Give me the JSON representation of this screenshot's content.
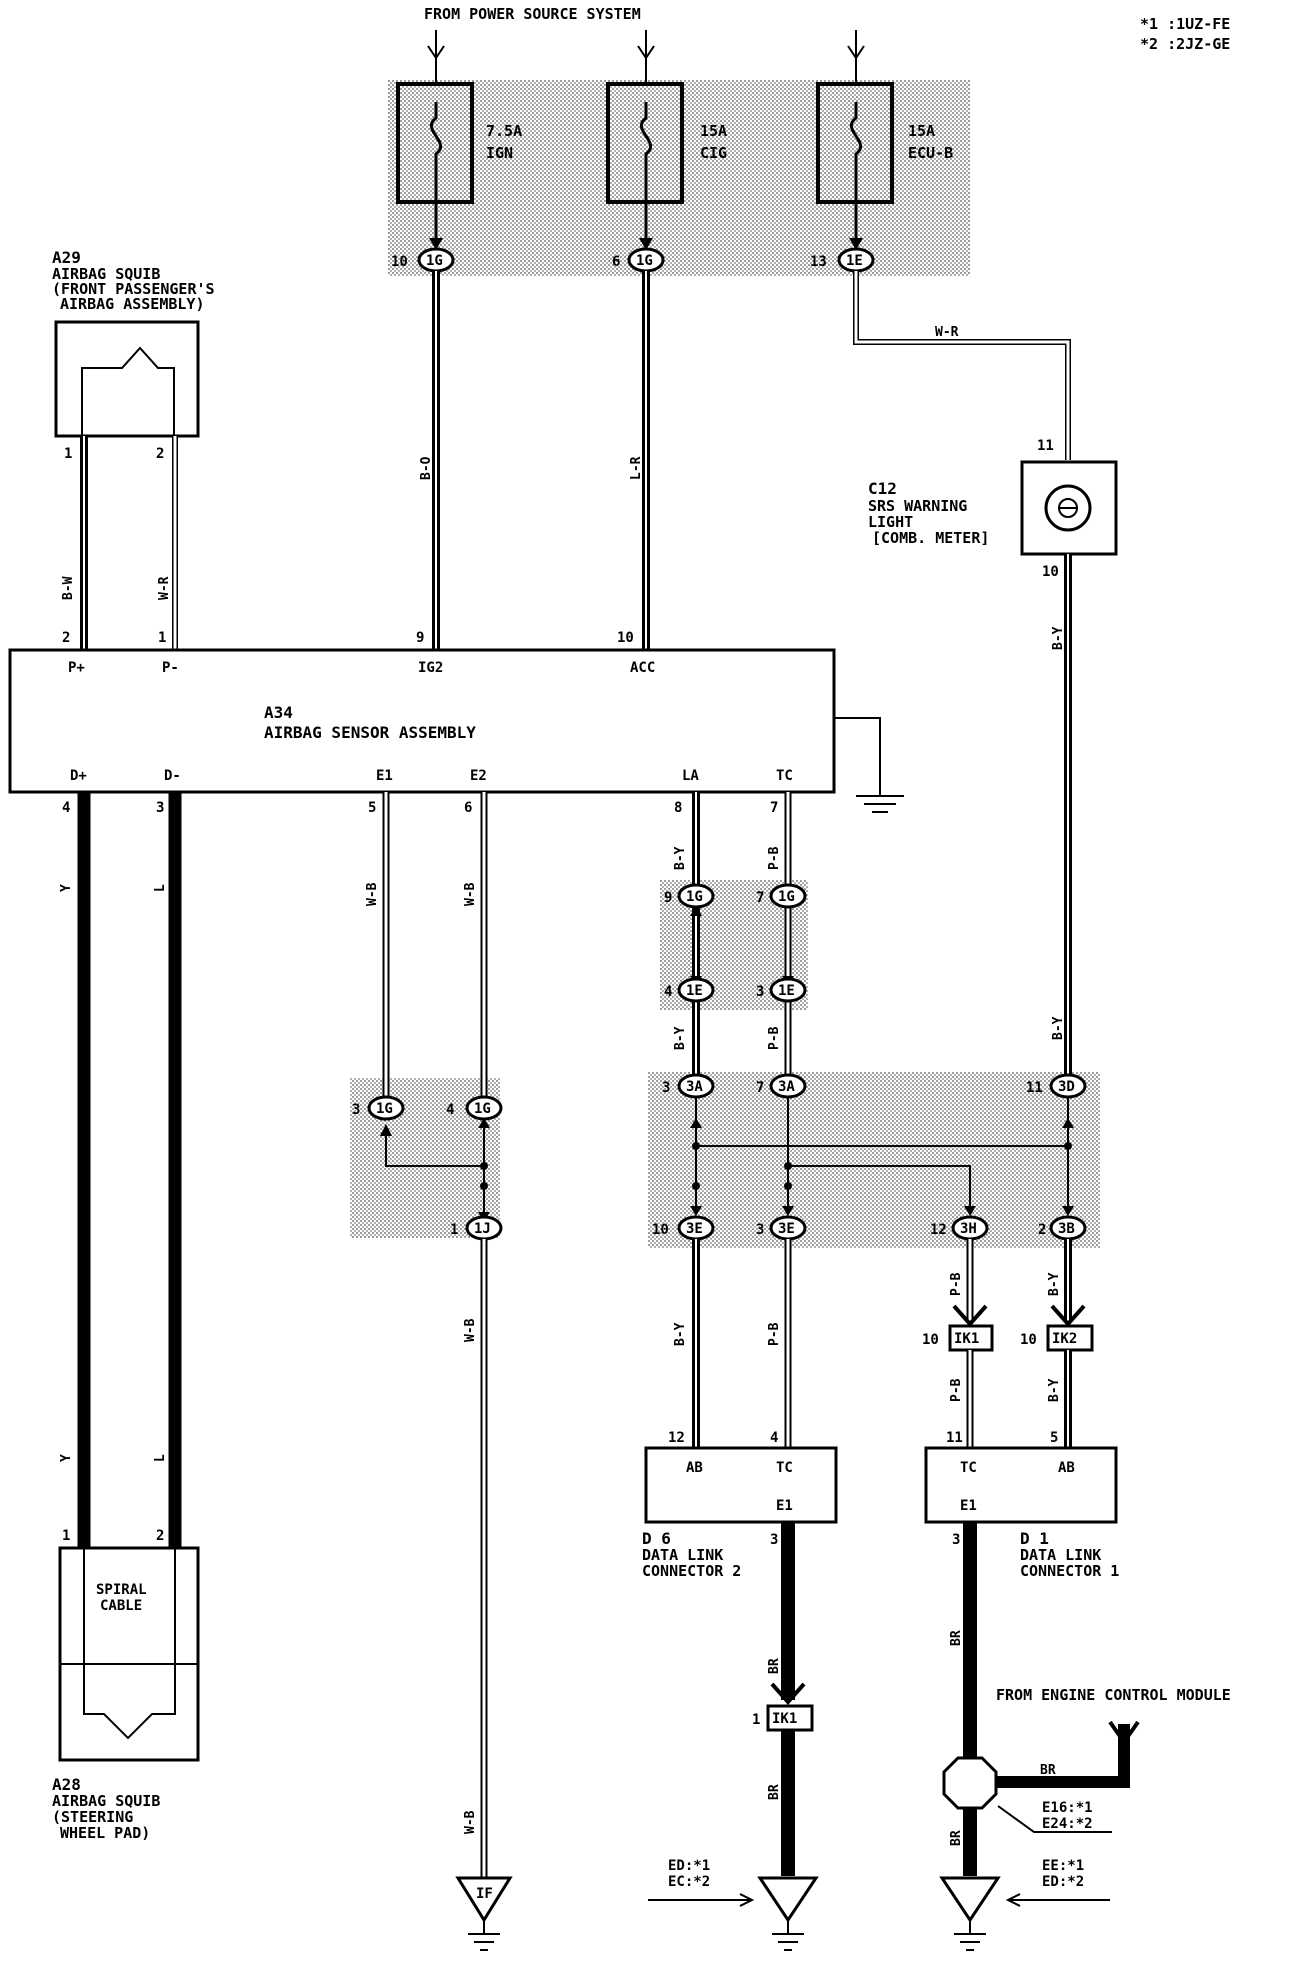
{
  "header": {
    "source": "FROM POWER SOURCE SYSTEM",
    "note1": "*1 :1UZ-FE",
    "note2": "*2 :2JZ-GE"
  },
  "fuses": {
    "ign": {
      "amp": "7.5A",
      "name": "IGN",
      "pin": "10",
      "conn": "1G"
    },
    "cig": {
      "amp": "15A",
      "name": "CIG",
      "pin": "6",
      "conn": "1G"
    },
    "ecub": {
      "amp": "15A",
      "name": "ECU-B",
      "pin": "13",
      "conn": "1E"
    }
  },
  "a29": {
    "code": "A29",
    "l1": "AIRBAG SQUIB",
    "l2": "(FRONT PASSENGER'S",
    "l3": "AIRBAG ASSEMBLY)",
    "pin1": "1",
    "pin2": "2"
  },
  "c12": {
    "code": "C12",
    "l1": "SRS WARNING",
    "l2": "LIGHT",
    "l3": "[COMB. METER]",
    "pin_top": "11",
    "pin_bottom": "10"
  },
  "a34": {
    "code": "A34",
    "name": "AIRBAG SENSOR ASSEMBLY",
    "top_pins": [
      {
        "num": "2",
        "term": "P+"
      },
      {
        "num": "1",
        "term": "P-"
      },
      {
        "num": "9",
        "term": "IG2"
      },
      {
        "num": "10",
        "term": "ACC"
      }
    ],
    "bottom_pins": [
      {
        "num": "4",
        "term": "D+"
      },
      {
        "num": "3",
        "term": "D-"
      },
      {
        "num": "5",
        "term": "E1"
      },
      {
        "num": "6",
        "term": "E2"
      },
      {
        "num": "8",
        "term": "LA"
      },
      {
        "num": "7",
        "term": "TC"
      }
    ]
  },
  "wires": {
    "bw": "B-W",
    "wr": "W-R",
    "bo": "B-O",
    "lr": "L-R",
    "by": "B-Y",
    "y": "Y",
    "l": "L",
    "wb": "W-B",
    "pb": "P-B",
    "br": "BR"
  },
  "junctions": {
    "j_la_1g": {
      "pin": "9",
      "conn": "1G"
    },
    "j_tc_1g": {
      "pin": "7",
      "conn": "1G"
    },
    "j_la_1e": {
      "pin": "4",
      "conn": "1E"
    },
    "j_tc_1e": {
      "pin": "3",
      "conn": "1E"
    },
    "j_e1_1g": {
      "pin": "3",
      "conn": "1G"
    },
    "j_e2_1g": {
      "pin": "4",
      "conn": "1G"
    },
    "j_1j": {
      "pin": "1",
      "conn": "1J"
    },
    "j_3a_a": {
      "pin": "3",
      "conn": "3A"
    },
    "j_3a_b": {
      "pin": "7",
      "conn": "3A"
    },
    "j_3d": {
      "pin": "11",
      "conn": "3D"
    },
    "j_3e_a": {
      "pin": "10",
      "conn": "3E"
    },
    "j_3e_b": {
      "pin": "3",
      "conn": "3E"
    },
    "j_3h": {
      "pin": "12",
      "conn": "3H"
    },
    "j_3b": {
      "pin": "2",
      "conn": "3B"
    }
  },
  "ik": {
    "ik1": {
      "pin": "10",
      "name": "IK1"
    },
    "ik2": {
      "pin": "10",
      "name": "IK2"
    },
    "ik1b": {
      "pin": "1",
      "name": "IK1"
    }
  },
  "d6": {
    "code": "D 6",
    "l1": "DATA LINK",
    "l2": "CONNECTOR 2",
    "pin_ab": "12",
    "pin_tc": "4",
    "pin_e1": "3",
    "t_ab": "AB",
    "t_tc": "TC",
    "t_e1": "E1"
  },
  "d1": {
    "code": "D 1",
    "l1": "DATA LINK",
    "l2": "CONNECTOR 1",
    "pin_tc": "11",
    "pin_ab": "5",
    "pin_e1": "3",
    "t_tc": "TC",
    "t_ab": "AB",
    "t_e1": "E1"
  },
  "a28": {
    "code": "A28",
    "l1": "AIRBAG SQUIB",
    "l2": "(STEERING",
    "l3": "WHEEL PAD)",
    "inner1": "SPIRAL",
    "inner2": "CABLE",
    "pin1": "1",
    "pin2": "2"
  },
  "grounds": {
    "if": "IF",
    "ed_ec_1": "ED:*1",
    "ed_ec_2": "EC:*2",
    "ee_ed_1": "EE:*1",
    "ee_ed_2": "ED:*2"
  },
  "ecm": {
    "label": "FROM ENGINE CONTROL MODULE",
    "conn1": "E16:*1",
    "conn2": "E24:*2"
  }
}
